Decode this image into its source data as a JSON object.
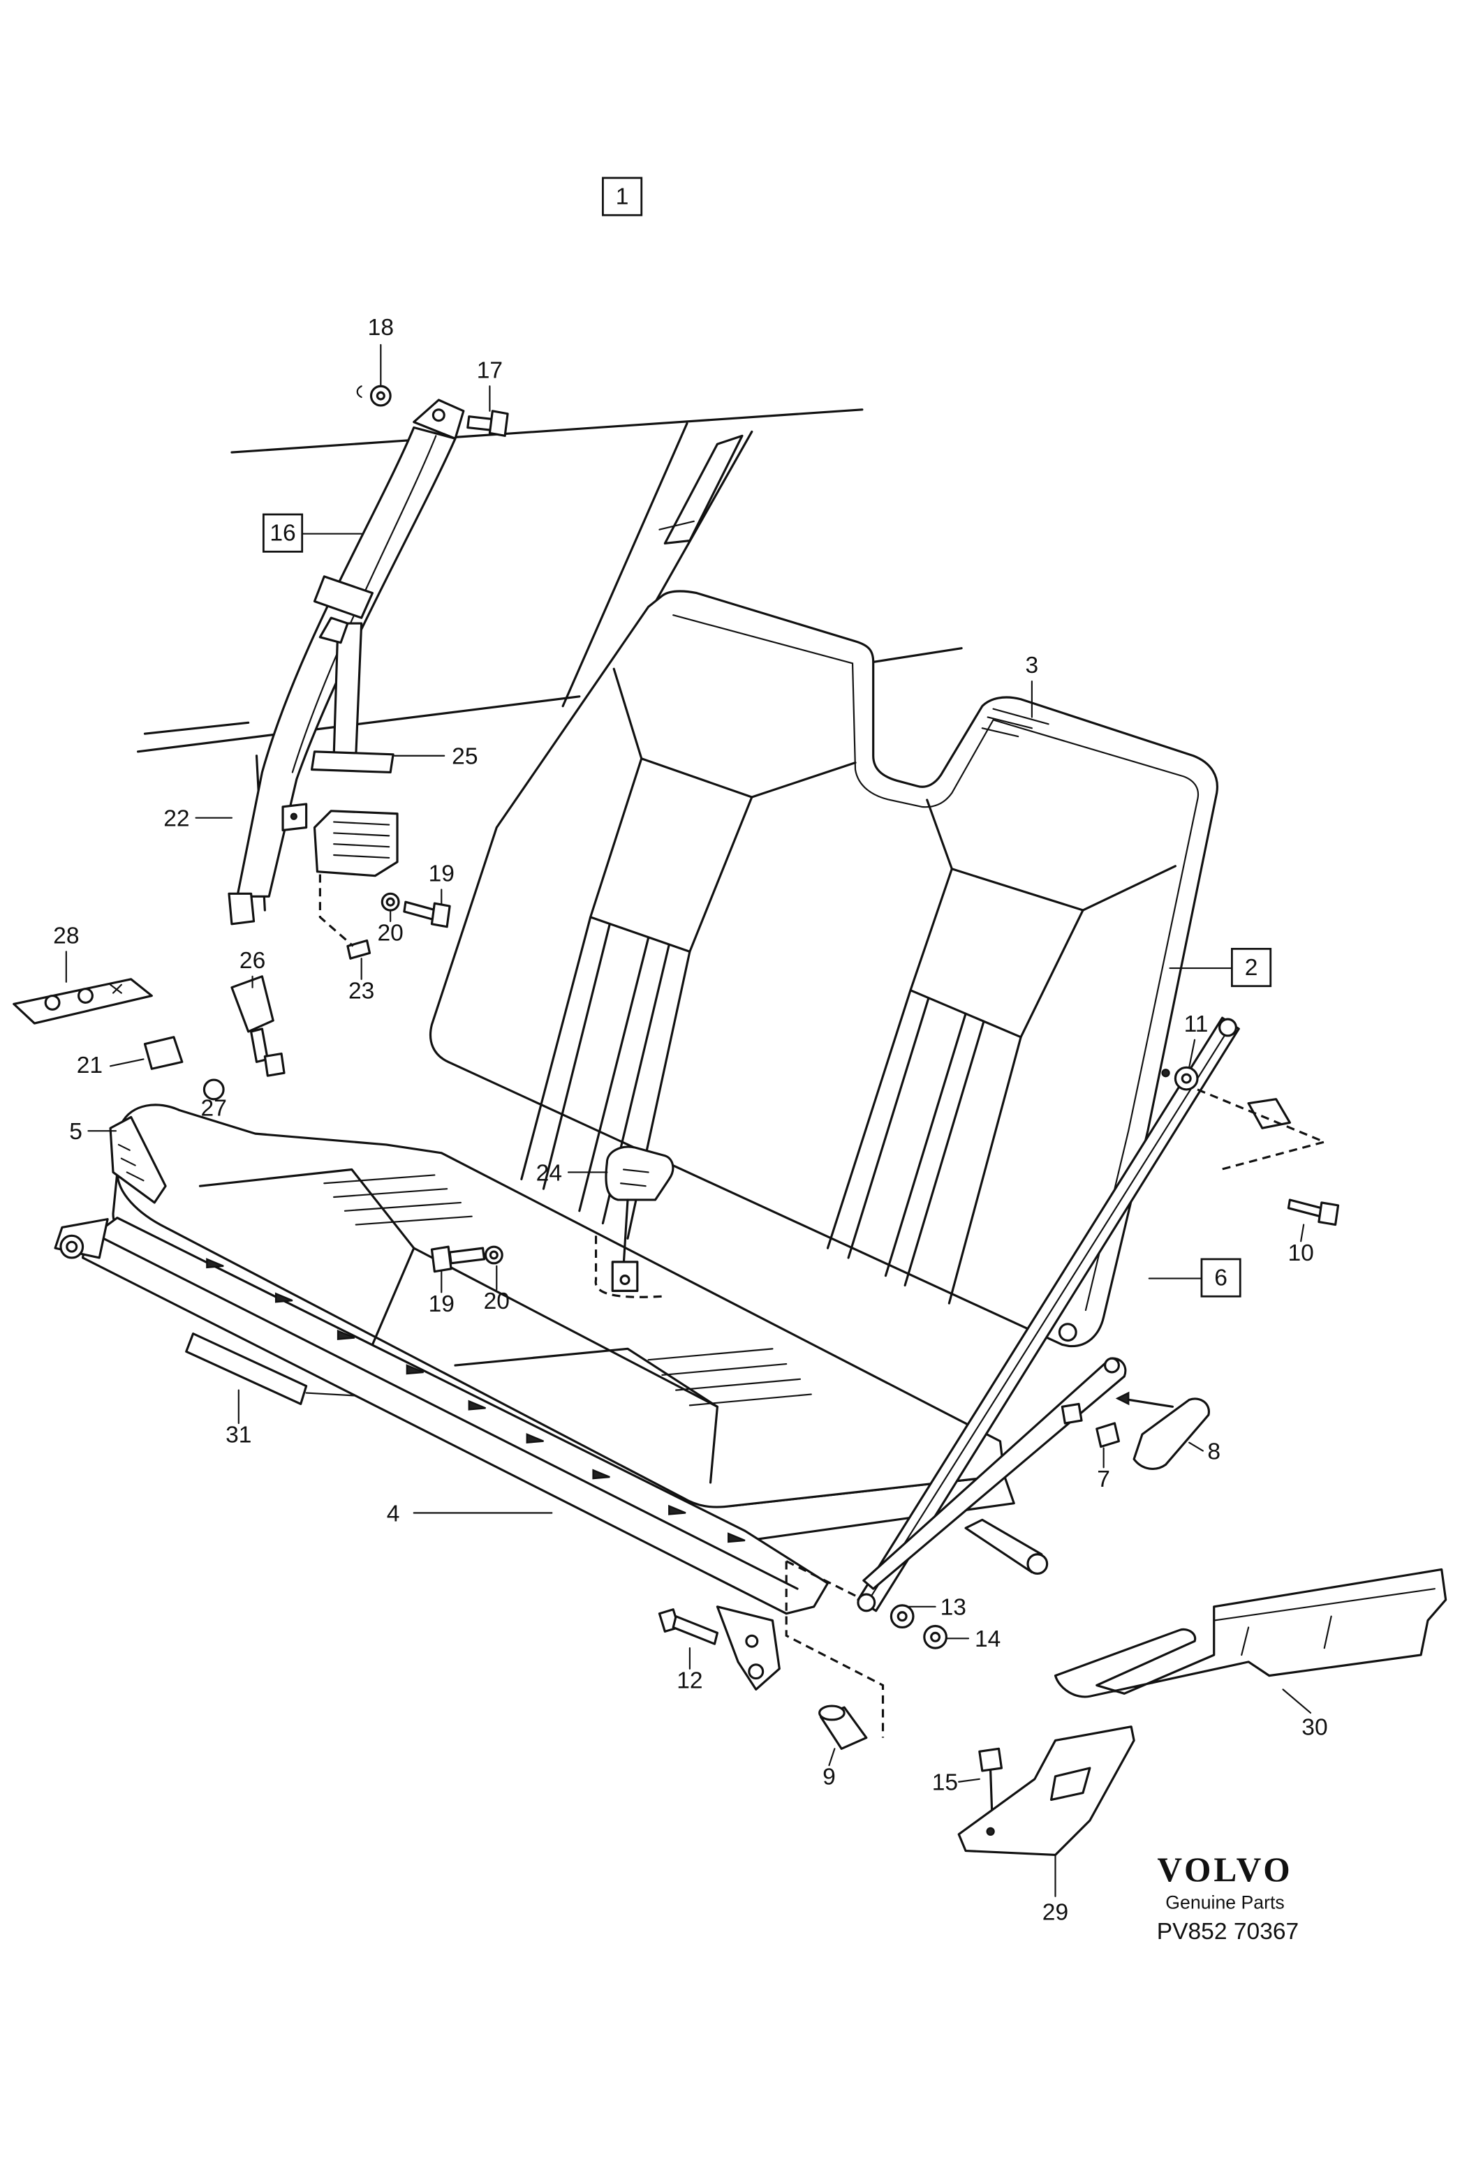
{
  "callouts": [
    "1",
    "18",
    "17",
    "16",
    "3",
    "25",
    "22",
    "19",
    "20",
    "2",
    "23",
    "28",
    "26",
    "11",
    "21",
    "27",
    "5",
    "24",
    "10",
    "6",
    "19",
    "20",
    "31",
    "8",
    "7",
    "4",
    "13",
    "14",
    "12",
    "30",
    "9",
    "15",
    "29"
  ],
  "brand": {
    "logo": "VOLVO",
    "tagline": "Genuine Parts",
    "part_number": "PV852 70367"
  }
}
